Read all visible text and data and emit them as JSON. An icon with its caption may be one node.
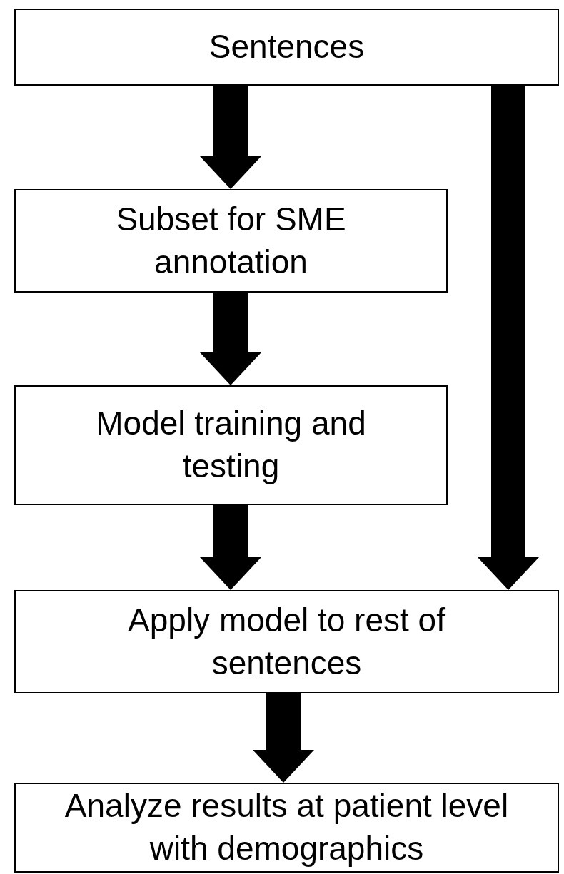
{
  "diagram": {
    "nodes": [
      {
        "text": [
          "Sentences"
        ]
      },
      {
        "text": [
          "Subset for SME annotation"
        ]
      },
      {
        "text": [
          "Model training and testing"
        ]
      },
      {
        "text": [
          "Apply model to rest of sentences"
        ]
      },
      {
        "text": [
          "Analyze results at patient level with demographics"
        ]
      }
    ],
    "edges": [
      {
        "from": 0,
        "to": 1,
        "arrow": "to"
      },
      {
        "from": 1,
        "to": 2,
        "arrow": "to"
      },
      {
        "from": 2,
        "to": 3,
        "arrow": "to"
      },
      {
        "from": 0,
        "to": 3,
        "arrow": "to"
      },
      {
        "from": 3,
        "to": 4,
        "arrow": "to"
      }
    ]
  }
}
